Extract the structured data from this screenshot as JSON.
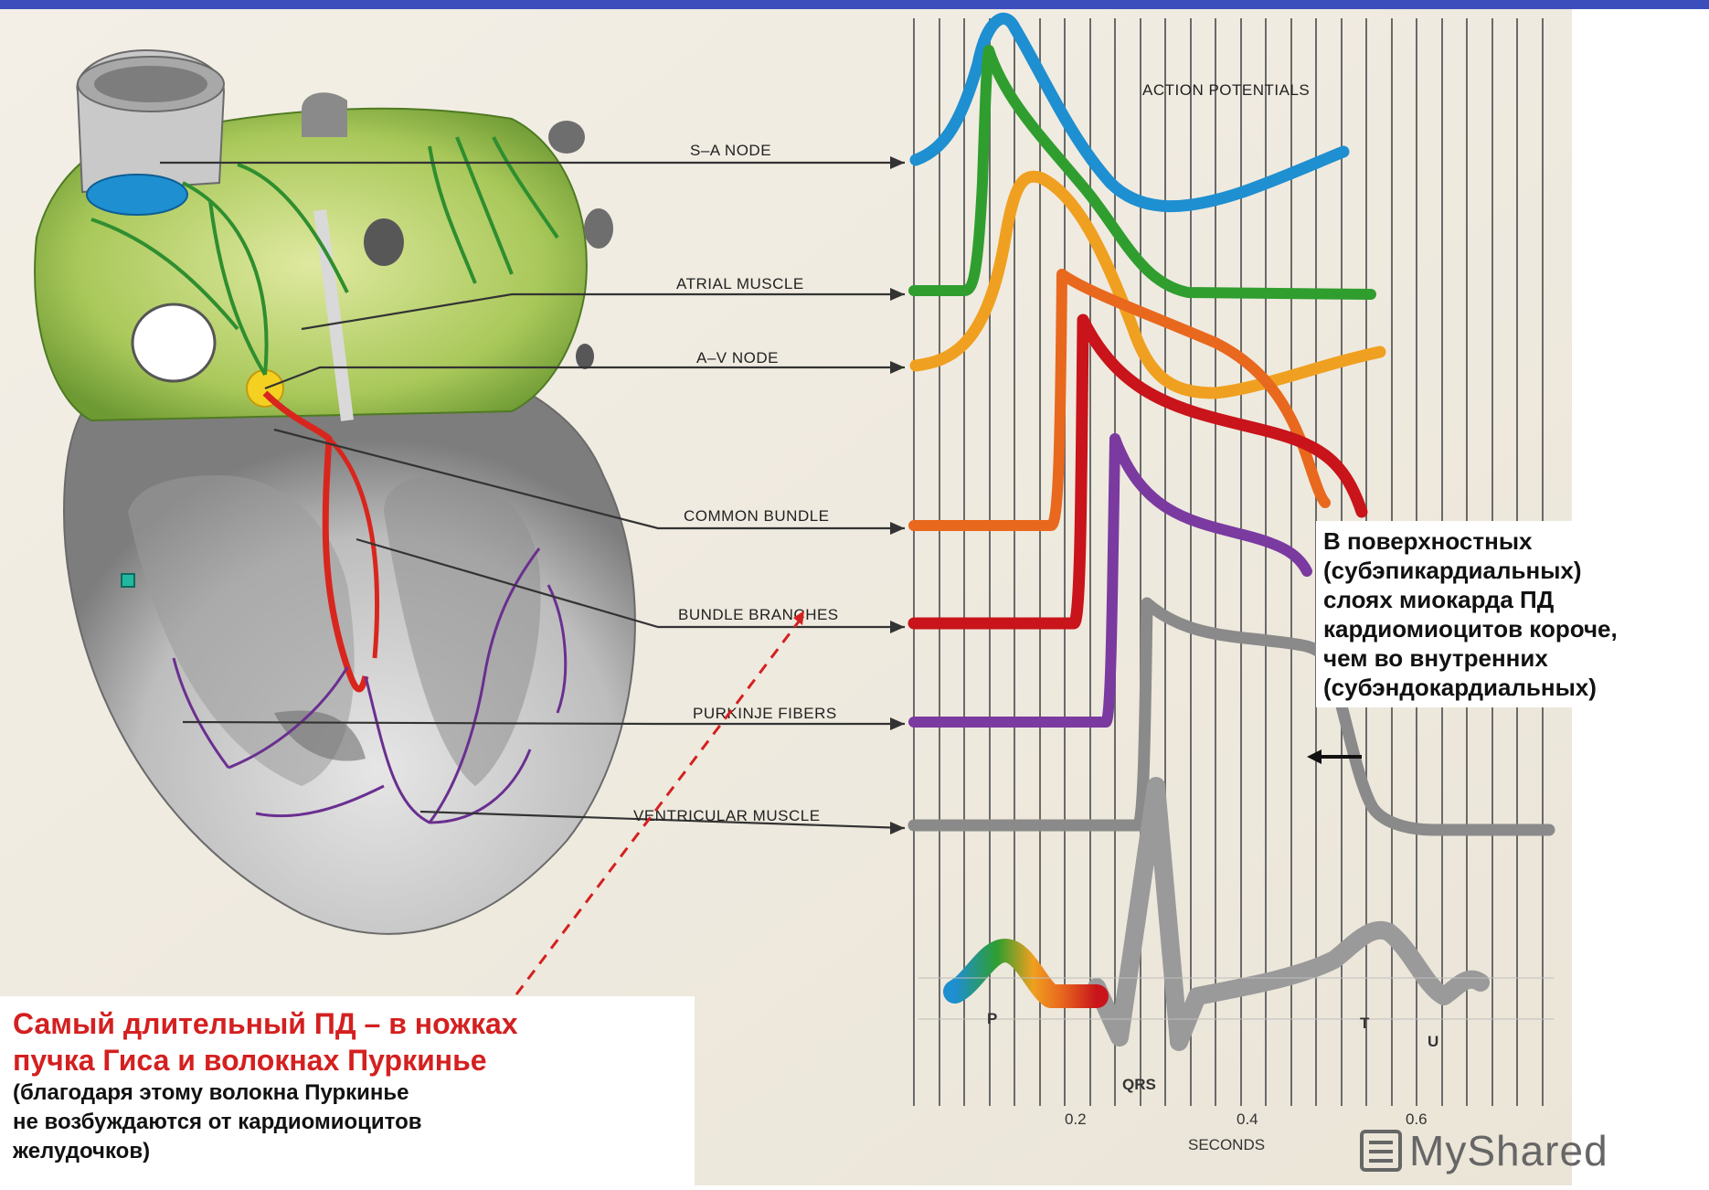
{
  "diagram": {
    "header": "ACTION POTENTIALS",
    "structures": [
      {
        "key": "sa",
        "label": "S–A NODE",
        "color": "#1e8fd0"
      },
      {
        "key": "atrial",
        "label": "ATRIAL MUSCLE",
        "color": "#2f9e2f"
      },
      {
        "key": "av",
        "label": "A–V NODE",
        "color": "#f0a020"
      },
      {
        "key": "common",
        "label": "COMMON BUNDLE",
        "color": "#e8681e"
      },
      {
        "key": "branches",
        "label": "BUNDLE BRANCHES",
        "color": "#c8141a"
      },
      {
        "key": "purkinje",
        "label": "PURKINJE FIBERS",
        "color": "#7a3aa0"
      },
      {
        "key": "ventricular",
        "label": "VENTRICULAR MUSCLE",
        "color": "#8a8a8a"
      }
    ],
    "ecg_letters": {
      "p": "P",
      "qrs": "QRS",
      "t": "T",
      "u": "U"
    },
    "x_ticks": [
      "0.2",
      "0.4",
      "0.6"
    ],
    "x_axis_label": "SECONDS"
  },
  "notes": {
    "right_lines": [
      "В поверхностных",
      "(субэпикардиальных)",
      "слоях миокарда ПД",
      "кардиомиоцитов короче,",
      "чем во внутренних",
      "(субэндокардиальных)"
    ],
    "left_red_lines": [
      "Самый длительный ПД – в ножках",
      "пучка Гиса и волокнах Пуркинье"
    ],
    "left_black_lines": [
      "(благодаря этому волокна Пуркинье",
      "не возбуждаются от кардиомиоцитов",
      "желудочков)"
    ]
  },
  "watermark": "MyShared"
}
